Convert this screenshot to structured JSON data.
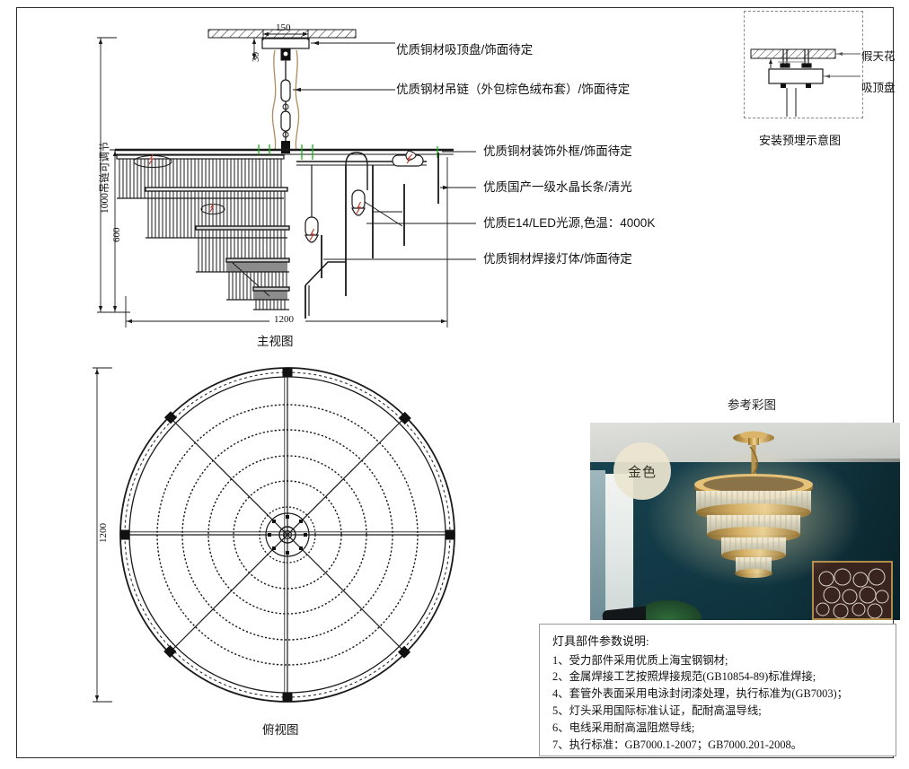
{
  "front_view": {
    "title": "主视图",
    "dimensions": {
      "ceiling_plate_width": "150",
      "plate_drop": "30",
      "chain_adjustable": "1000吊链可调节",
      "body_height": "600",
      "overall_width": "1200"
    },
    "callouts": [
      {
        "text": "优质铜材吸顶盘/饰面待定"
      },
      {
        "text": "优质钢材吊链（外包棕色绒布套）/饰面待定"
      },
      {
        "text": "优质铜材装饰外框/饰面待定"
      },
      {
        "text": "优质国产一级水晶长条/清光"
      },
      {
        "text": "优质E14/LED光源,色温：4000K"
      },
      {
        "text": "优质铜材焊接灯体/饰面待定"
      }
    ]
  },
  "top_view": {
    "title": "俯视图",
    "diameter": "1200"
  },
  "install_detail": {
    "title": "安装预埋示意图",
    "labels": [
      {
        "text": "假天花"
      },
      {
        "text": "吸顶盘"
      }
    ]
  },
  "reference_photo": {
    "title": "参考彩图",
    "color_badge": "金色"
  },
  "notes": {
    "title": "灯具部件参数说明:",
    "items": [
      "1、受力部件采用优质上海宝钢钢材;",
      "2、金属焊接工艺按照焊接规范(GB10854-89)标准焊接;",
      "4、套管外表面采用电泳封闭漆处理，执行标准为(GB7003)；",
      "5、灯头采用国际标准认证，配耐高温导线;",
      "6、电线采用耐高温阻燃导线;",
      "7、执行标准：GB7000.1-2007；GB7000.201-2008。"
    ]
  },
  "colors": {
    "line": "#1a1a1a",
    "chain_sleeve": "#b08b5e",
    "accent_green": "#13b313",
    "bulb_red": "#c0392b",
    "wall": "#123a46",
    "gold": "#c9a24d"
  }
}
